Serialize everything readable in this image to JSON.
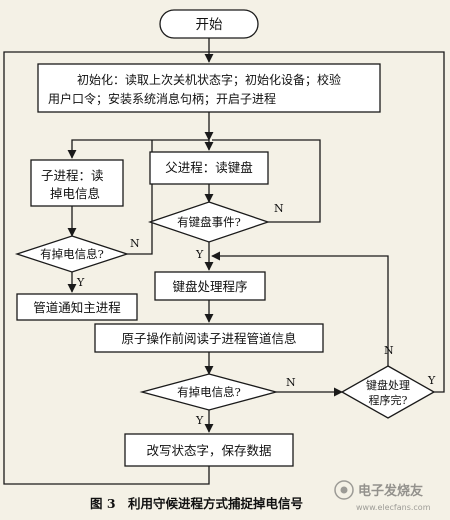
{
  "flowchart": {
    "start": "开始",
    "init_line1": "初始化：读取上次关机状态字；初始化设备；校验",
    "init_line2": "用户口令；安装系统消息句柄；开启子进程",
    "child_line1": "子进程：读",
    "child_line2": "掉电信息",
    "child_decision": "有掉电信息?",
    "pipe_notify": "管道通知主进程",
    "parent_read": "父进程：读键盘",
    "key_event": "有键盘事件?",
    "key_proc": "键盘处理程序",
    "atomic_read": "原子操作前阅读子进程管道信息",
    "power_check": "有掉电信息?",
    "key_done_line1": "键盘处理",
    "key_done_line2": "程序完?",
    "save": "改写状态字，保存数据",
    "yes": "Y",
    "no": "N"
  },
  "caption": {
    "figure": "图 3",
    "text": "利用守候进程方式捕捉掉电信号"
  },
  "watermark": {
    "text": "电子发烧友",
    "url": "www.elecfans.com"
  }
}
